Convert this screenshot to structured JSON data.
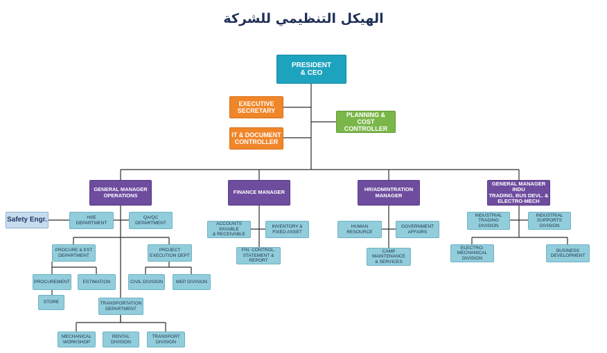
{
  "title": "الهيكل التنظيمي للشركة",
  "colors": {
    "teal": "#1ea3be",
    "orange": "#f0862a",
    "green": "#7ab648",
    "purple": "#6e4c9e",
    "light": "#92cddc",
    "line": "#2a2a2a"
  },
  "nodes": {
    "president": "PRESIDENT\n& CEO",
    "exec_secretary": "EXECUTIVE\nSECRETARY",
    "it_doc": "IT & DOCUMENT\nCONTROLLER",
    "planning": "PLANNING &\nCOST CONTROLLER",
    "gm_ops": "GENERAL MANAGER\nOPERATIONS",
    "finance": "FINANCE MANAGER",
    "hr": "HR/ADMINTRATION\nMANAGER",
    "gm_indu": "GENERAL MANAGER INDU\nTRADING, BUS DEVL. &\nELECTRO-MECH",
    "safety": "Safety Engr.",
    "hse": "HSE\nDEPARTMENT",
    "qaqc": "QA/QC\nDEPARTMENT",
    "procure_est": "PROCURE & EST\nDEPARTMENT",
    "project_exec": "PROJECT\nEXECUTION DEPT",
    "procurement": "PROCUREMENT",
    "estimation": "ESTIMATION",
    "store": "STORE",
    "civil": "CIVIL DIVISION",
    "mep": "MEP DIVISION",
    "transportation": "TRANSPORTATION\nDEPARTMENT",
    "mech_workshop": "MECHANICAL\nWORKSHOP",
    "rental": "RENTAL\nDIVISION",
    "transport_div": "TRANSPORT\nDIVISION",
    "accounts": "ACCOUNTS PAYABLE\n& RECEIVABLE",
    "inventory": "INVENTORY &\nFIXED ASSET",
    "fin_control": "FIN. CONTROL,\nSTATEMENT & REPORT",
    "human_resource": "HUMAN\nRESOURCE",
    "gov_affairs": "GOVERNMENT\nAFFAIRS",
    "camp": "CAMP MAINTENANCE\n& SERVICES",
    "industrial_trading": "INDUSTRIAL\nTRADING DIVISION",
    "industrial_supports": "INDUSTRIAL\nSUPPORTS DIVISION",
    "electro_mech": "ELECTRO-\nMECHANICAL DIVISION",
    "business_dev": "BUSINESS\nDEVELOPMENT"
  }
}
